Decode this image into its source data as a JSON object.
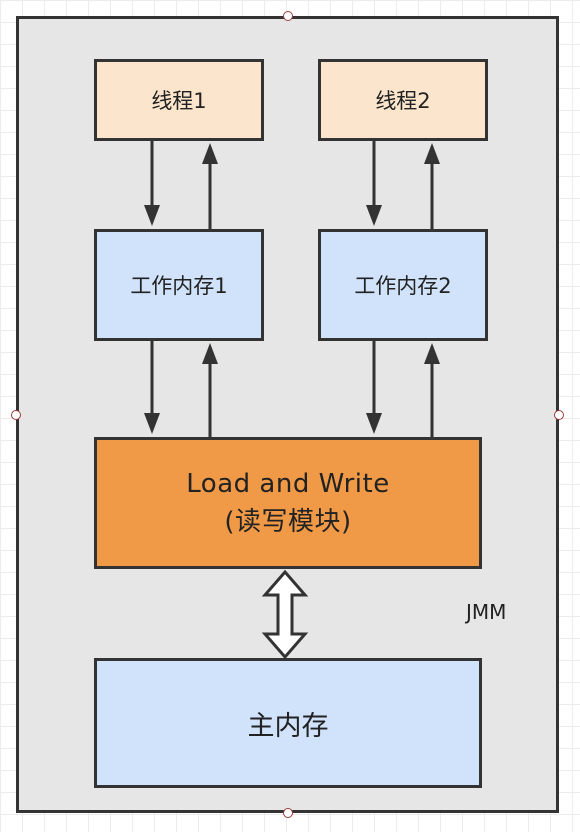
{
  "thread1": {
    "label": "线程1"
  },
  "thread2": {
    "label": "线程2"
  },
  "work_mem1": {
    "label": "工作内存1"
  },
  "work_mem2": {
    "label": "工作内存2"
  },
  "load_write": {
    "line1": "Load and Write",
    "line2": "(读写模块)"
  },
  "main_memory": {
    "label": "主内存"
  },
  "container": {
    "label": "JMM"
  },
  "colors": {
    "thread_fill": "#fbe6cd",
    "work_mem_fill": "#d0e3fb",
    "load_write_fill": "#f09a48",
    "main_memory_fill": "#d0e3fb",
    "container_fill": "#e6e6e6",
    "stroke": "#333333"
  },
  "edges": [
    {
      "from": "thread1",
      "to": "work_mem1"
    },
    {
      "from": "work_mem1",
      "to": "thread1"
    },
    {
      "from": "thread2",
      "to": "work_mem2"
    },
    {
      "from": "work_mem2",
      "to": "thread2"
    },
    {
      "from": "work_mem1",
      "to": "load_write"
    },
    {
      "from": "load_write",
      "to": "work_mem1"
    },
    {
      "from": "work_mem2",
      "to": "load_write"
    },
    {
      "from": "load_write",
      "to": "work_mem2"
    },
    {
      "from": "load_write",
      "to": "main_memory",
      "bidirectional": true
    }
  ]
}
